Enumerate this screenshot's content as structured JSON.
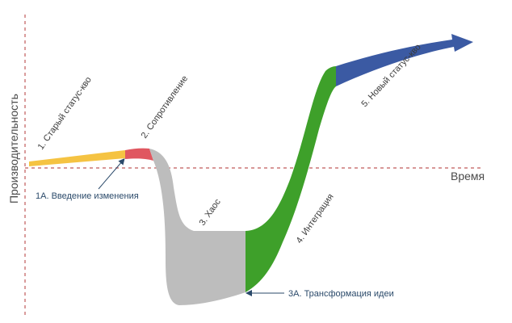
{
  "axes": {
    "y_label": "Производительность",
    "x_label": "Время",
    "axis_color": "#c05a5a"
  },
  "stages": [
    {
      "label": "1. Старый статус-кво",
      "color": "#f5c342"
    },
    {
      "label": "2. Сопротивление",
      "color": "#e05760"
    },
    {
      "label": "3. Хаос",
      "color": "#bdbdbd"
    },
    {
      "label": "4. Интеграция",
      "color": "#3ea02a"
    },
    {
      "label": "5. Новый статус-кво",
      "color": "#3b5aa3"
    }
  ],
  "annotations": {
    "change": "1А. Введение  изменения",
    "transform": "3А. Трансформация  идеи"
  },
  "colors": {
    "annotation_text": "#2b4a6a",
    "label_text": "#3a3a3a"
  }
}
